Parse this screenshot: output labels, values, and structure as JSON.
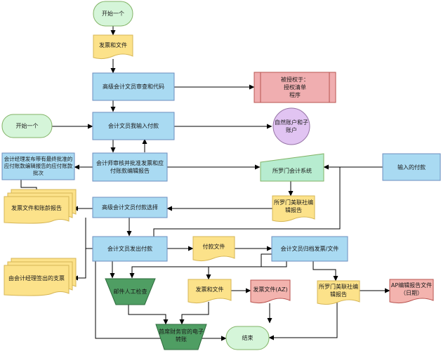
{
  "nodes": {
    "start_top": "开始一个",
    "invoices_files_1": "发票和文件",
    "senior_clerk_review": "高级会计文员审查和代码",
    "authorized_by": "被授权于：\n授权清单\n程序",
    "clerk_enter_payment": "会计文员我输入付款",
    "start_left": "开始一个",
    "natural_accounts": "自然账户和子账户",
    "manager_publish": "会计经理发布带有最终批准的应付账款编辑报告的应付账款批次",
    "supervisor_review": "会计师审核并批准发票和应付账款编辑报告",
    "solomon_system": "所罗门会计系统",
    "input_payment": "输入的付款",
    "invoices_aging": "发票文件和账龄报告",
    "solomon_report_1": "所罗门美联社编辑报告",
    "senior_select_payment": "高级会计文员付款选择",
    "clerk_issue_payment": "会计文员发出付款",
    "payment_files": "付款文件",
    "clerk_archive": "会计文员归档发票/文件",
    "signed_checks": "由会计经理签出的支票",
    "mail_check": "邮件人工检查",
    "invoices_files_2": "发票和文件",
    "invoice_files_az": "发票文件(AZ)",
    "solomon_report_2": "所罗门美联社编辑报告",
    "ap_report_file": "AP编辑报告文件（日期）",
    "cfo_transfer": "首席财务官的电子转账",
    "end": "结束"
  },
  "colors": {
    "terminal": "#d5f5d9",
    "document": "#fce28a",
    "process": "#a9daf2",
    "predefined": "#f0aeb0",
    "database": "#e1c4f2",
    "manual_input": "#b7ecd0",
    "manual_op": "#4f9e63",
    "report": "#f3b3ae",
    "line": "#000000"
  }
}
